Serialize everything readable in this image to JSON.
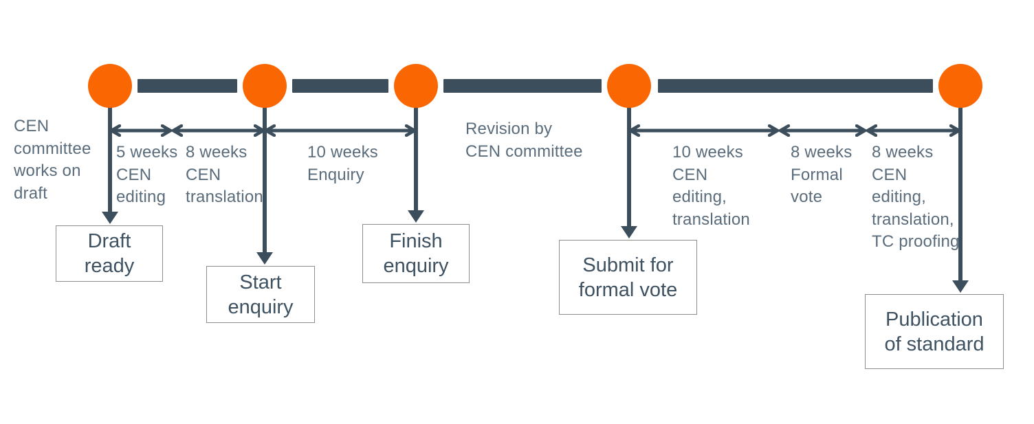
{
  "colors": {
    "accent_orange": "#FA6602",
    "line_slate": "#3C4E5C",
    "label_text": "#5A6C7B",
    "box_text": "#3E5161",
    "box_border": "#8C8C8C"
  },
  "timeline": {
    "notes": [
      {
        "label": "CEN\ncommittee\nworks on\ndraft"
      },
      {
        "label": "Revision by\nCEN committee"
      }
    ],
    "durations": [
      {
        "label": "5 weeks\nCEN\nediting"
      },
      {
        "label": "8 weeks\nCEN\ntranslation"
      },
      {
        "label": "10 weeks\nEnquiry"
      },
      {
        "label": "10 weeks\nCEN\nediting,\ntranslation"
      },
      {
        "label": "8 weeks\nFormal\nvote"
      },
      {
        "label": "8 weeks\nCEN\nediting,\ntranslation,\nTC proofing"
      }
    ],
    "milestones": [
      {
        "label": "Draft\nready"
      },
      {
        "label": "Start\nenquiry"
      },
      {
        "label": "Finish\nenquiry"
      },
      {
        "label": "Submit for\nformal vote"
      },
      {
        "label": "Publication\nof standard"
      }
    ]
  }
}
